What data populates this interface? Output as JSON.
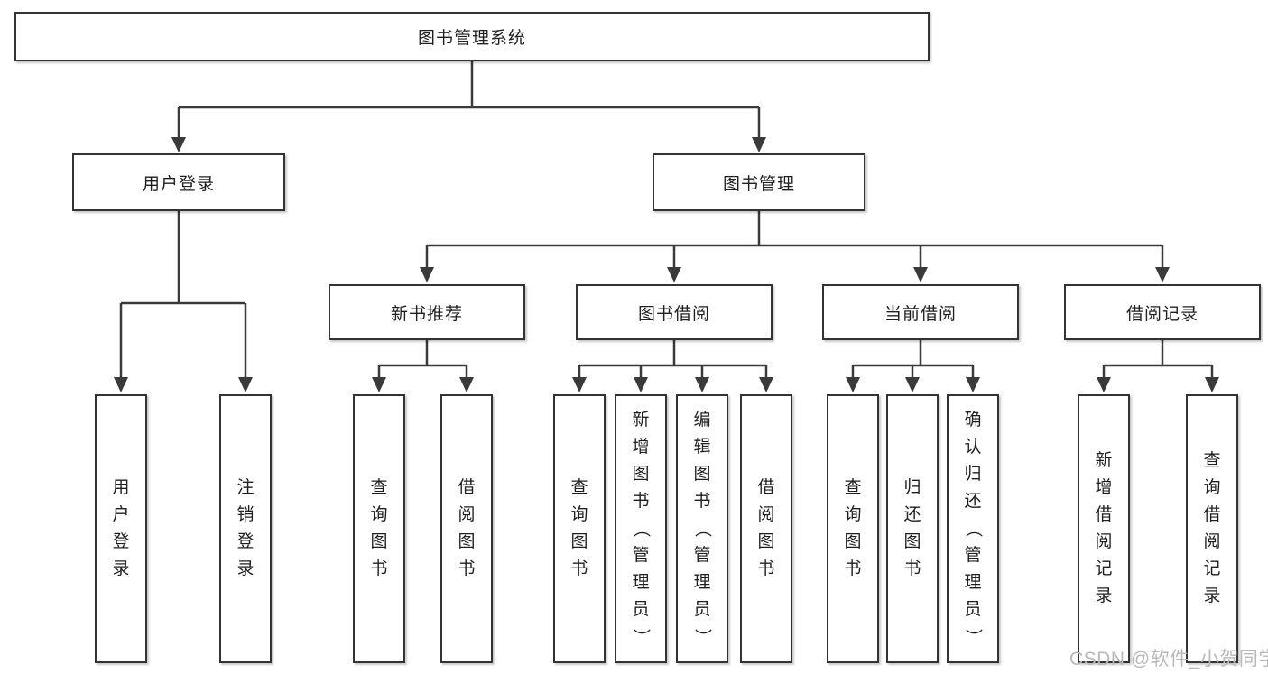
{
  "tree": {
    "root": "图书管理系统",
    "branches": [
      {
        "label": "用户登录",
        "leaves": [
          "用户登录",
          "注销登录"
        ]
      },
      {
        "label": "图书管理",
        "groups": [
          {
            "label": "新书推荐",
            "leaves": [
              "查询图书",
              "借阅图书"
            ]
          },
          {
            "label": "图书借阅",
            "leaves": [
              "查询图书",
              "新增图书（管理员）",
              "编辑图书（管理员）",
              "借阅图书"
            ]
          },
          {
            "label": "当前借阅",
            "leaves": [
              "查询图书",
              "归还图书",
              "确认归还（管理员）"
            ]
          },
          {
            "label": "借阅记录",
            "leaves": [
              "新增借阅记录",
              "查询借阅记录"
            ]
          }
        ]
      }
    ]
  },
  "watermark": "CSDN @软件_小贺同学",
  "colors": {
    "line": "#3a3a3a",
    "box_border": "#333333",
    "box_fill": "#ffffff",
    "text": "#1f1f1f",
    "watermark": "#b9b9b9",
    "background": "#ffffff"
  }
}
